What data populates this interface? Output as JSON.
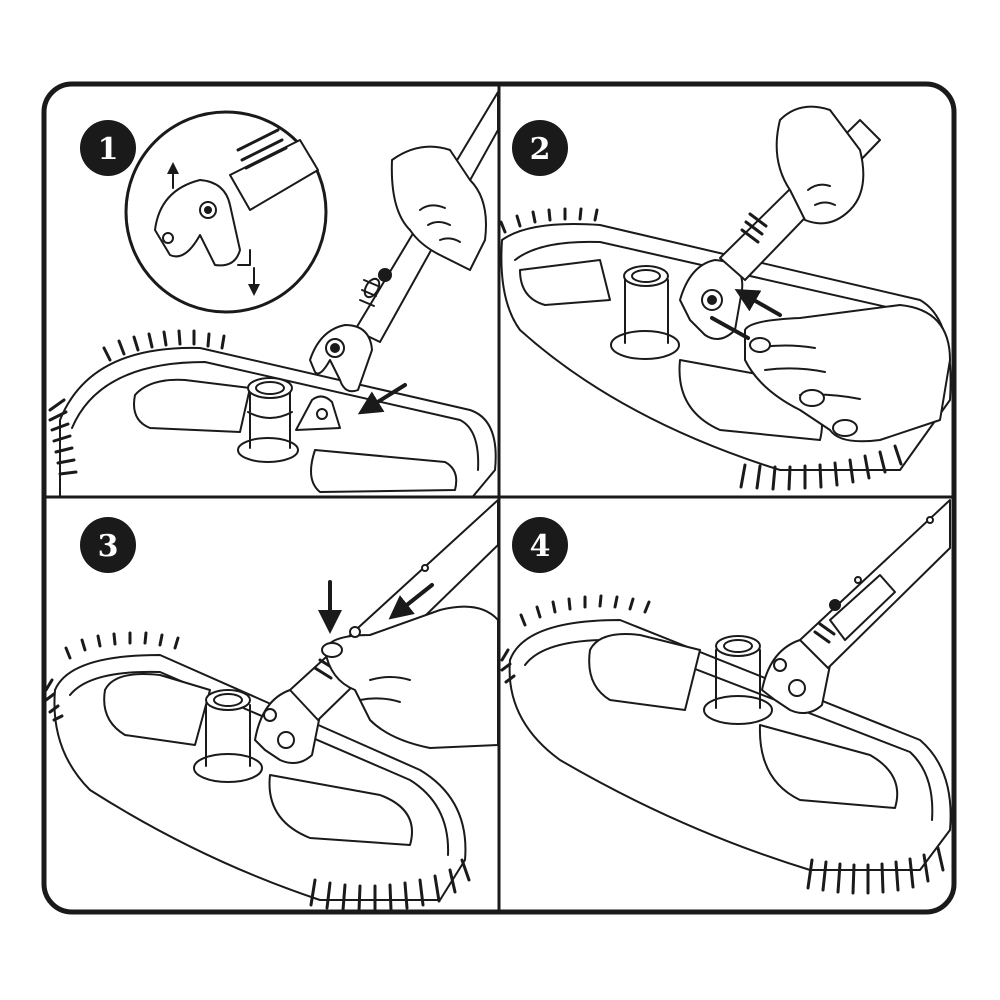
{
  "colors": {
    "ink": "#1a1a1a",
    "paper": "#ffffff",
    "bristle": "#3a3a3a"
  },
  "steps": [
    {
      "number": "1"
    },
    {
      "number": "2"
    },
    {
      "number": "3"
    },
    {
      "number": "4"
    }
  ]
}
